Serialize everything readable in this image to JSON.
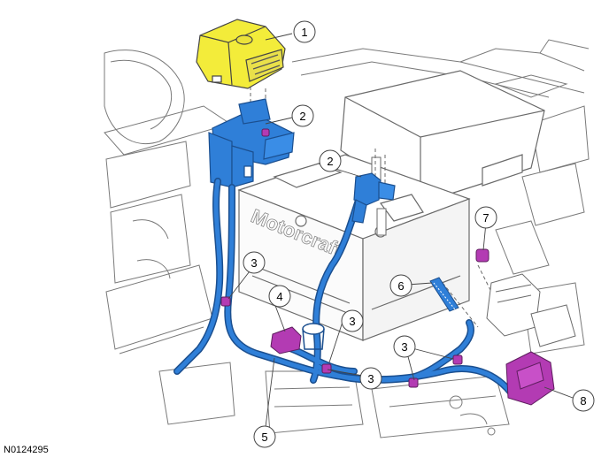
{
  "figure_id": "N0124295",
  "colors": {
    "cable": "#2f7fd8",
    "cable_dark": "#1b4f8f",
    "cover": "#f3ec3a",
    "connector": "#b33bb3",
    "line": "#6a6a6a",
    "light_line": "#b8b8b8"
  },
  "callouts": [
    {
      "id": "c1a",
      "label": "1"
    },
    {
      "id": "c2a",
      "label": "2"
    },
    {
      "id": "c2b",
      "label": "2"
    },
    {
      "id": "c3a",
      "label": "3"
    },
    {
      "id": "c3b",
      "label": "3"
    },
    {
      "id": "c3c",
      "label": "3"
    },
    {
      "id": "c3d",
      "label": "3"
    },
    {
      "id": "c4",
      "label": "4"
    },
    {
      "id": "c5",
      "label": "5"
    },
    {
      "id": "c6",
      "label": "6"
    },
    {
      "id": "c7",
      "label": "7"
    },
    {
      "id": "c8",
      "label": "8"
    }
  ],
  "battery_brand": "Motorcraft"
}
